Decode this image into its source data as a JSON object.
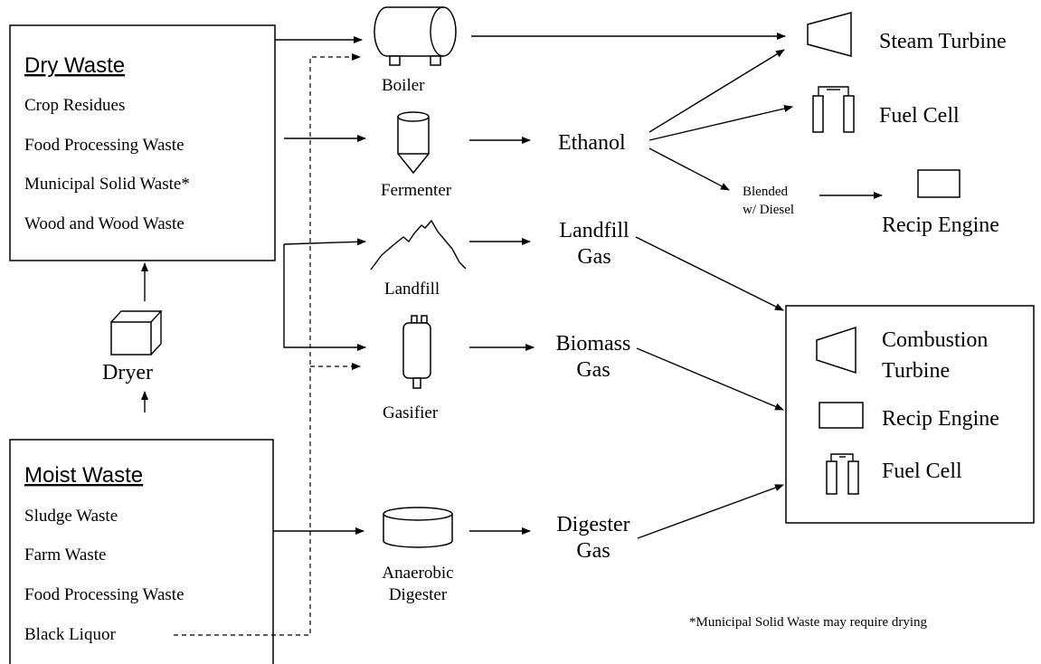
{
  "dry_waste": {
    "heading": "Dry Waste",
    "items": [
      "Crop Residues",
      "Food Processing Waste",
      "Municipal Solid Waste*",
      "Wood and Wood Waste"
    ]
  },
  "moist_waste": {
    "heading": "Moist Waste",
    "items": [
      "Sludge Waste",
      "Farm Waste",
      "Food Processing Waste",
      "Black Liquor"
    ]
  },
  "dryer": {
    "label": "Dryer"
  },
  "processes": {
    "boiler": "Boiler",
    "fermenter": "Fermenter",
    "landfill": "Landfill",
    "gasifier": "Gasifier",
    "digester_line1": "Anaerobic",
    "digester_line2": "Digester"
  },
  "fuels": {
    "ethanol": "Ethanol",
    "landfill_gas_line1": "Landfill",
    "landfill_gas_line2": "Gas",
    "biomass_gas_line1": "Biomass",
    "biomass_gas_line2": "Gas",
    "digester_gas_line1": "Digester",
    "digester_gas_line2": "Gas",
    "blended_line1": "Blended",
    "blended_line2": "w/ Diesel"
  },
  "outputs": {
    "steam_turbine": "Steam Turbine",
    "fuel_cell": "Fuel Cell",
    "recip_engine": "Recip Engine"
  },
  "combined_box": {
    "combustion_turbine_line1": "Combustion",
    "combustion_turbine_line2": "Turbine",
    "recip_engine": "Recip Engine",
    "fuel_cell": "Fuel Cell"
  },
  "footnote": "*Municipal Solid Waste may require drying"
}
